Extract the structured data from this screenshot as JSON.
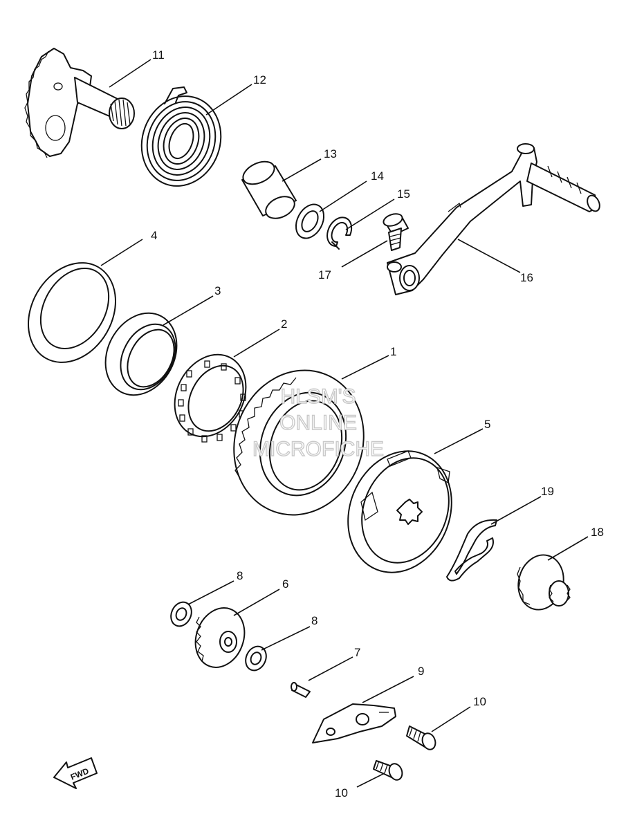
{
  "callouts": {
    "c1": "1",
    "c2": "2",
    "c3": "3",
    "c4": "4",
    "c5": "5",
    "c6": "6",
    "c7": "7",
    "c8a": "8",
    "c8b": "8",
    "c9": "9",
    "c10a": "10",
    "c10b": "10",
    "c11": "11",
    "c12": "12",
    "c13": "13",
    "c14": "14",
    "c15": "15",
    "c16": "16",
    "c17": "17",
    "c18": "18",
    "c19": "19"
  },
  "watermark": {
    "line1": "HLSM'S",
    "line2": "ONLINE",
    "line3": "MICROFICHE"
  },
  "direction_arrow": {
    "label": "FWD"
  }
}
